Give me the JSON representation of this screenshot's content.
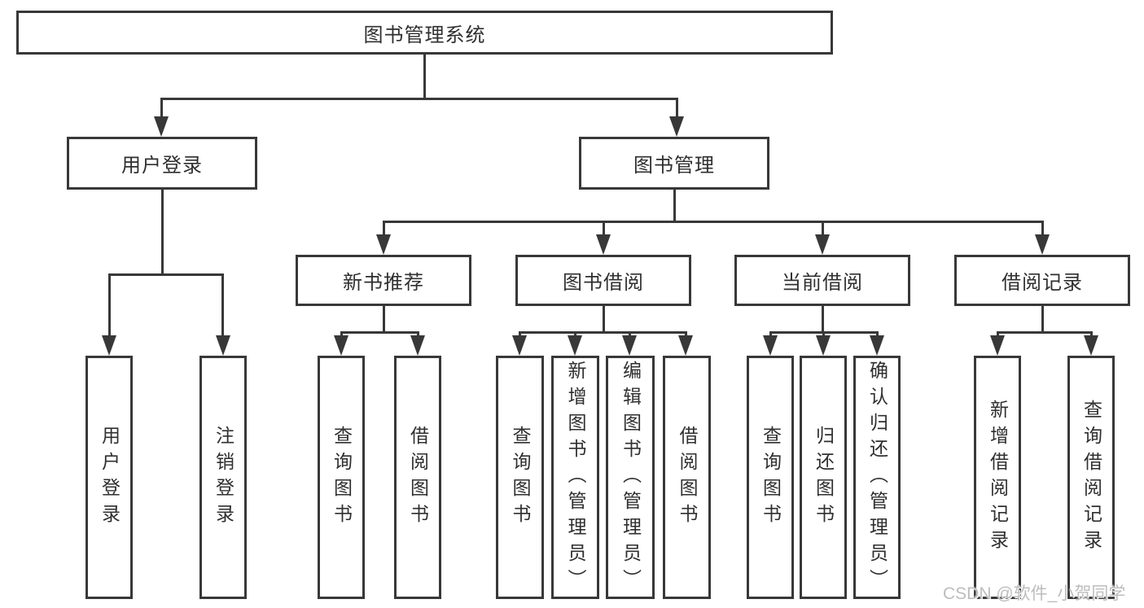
{
  "diagram": {
    "root": {
      "label": "图书管理系统"
    },
    "level2": [
      {
        "label": "用户登录"
      },
      {
        "label": "图书管理"
      }
    ],
    "level3": [
      {
        "label": "新书推荐",
        "parent": "图书管理"
      },
      {
        "label": "图书借阅",
        "parent": "图书管理"
      },
      {
        "label": "当前借阅",
        "parent": "图书管理"
      },
      {
        "label": "借阅记录",
        "parent": "图书管理"
      }
    ],
    "leaves": [
      {
        "label": "用户登录",
        "parent": "用户登录"
      },
      {
        "label": "注销登录",
        "parent": "用户登录"
      },
      {
        "label": "查询图书",
        "parent": "新书推荐"
      },
      {
        "label": "借阅图书",
        "parent": "新书推荐"
      },
      {
        "label": "查询图书",
        "parent": "图书借阅"
      },
      {
        "label": "新增图书（管理员）",
        "parent": "图书借阅"
      },
      {
        "label": "编辑图书（管理员）",
        "parent": "图书借阅"
      },
      {
        "label": "借阅图书",
        "parent": "图书借阅"
      },
      {
        "label": "查询图书",
        "parent": "当前借阅"
      },
      {
        "label": "归还图书",
        "parent": "当前借阅"
      },
      {
        "label": "确认归还（管理员）",
        "parent": "当前借阅"
      },
      {
        "label": "新增借阅记录",
        "parent": "借阅记录"
      },
      {
        "label": "查询借阅记录",
        "parent": "借阅记录"
      }
    ]
  },
  "watermark": {
    "text": "CSDN @软件_小贺同学"
  },
  "colors": {
    "line": "#383838",
    "text": "#2f2f2f",
    "background": "#ffffff",
    "watermark": "#bdbdbd"
  }
}
